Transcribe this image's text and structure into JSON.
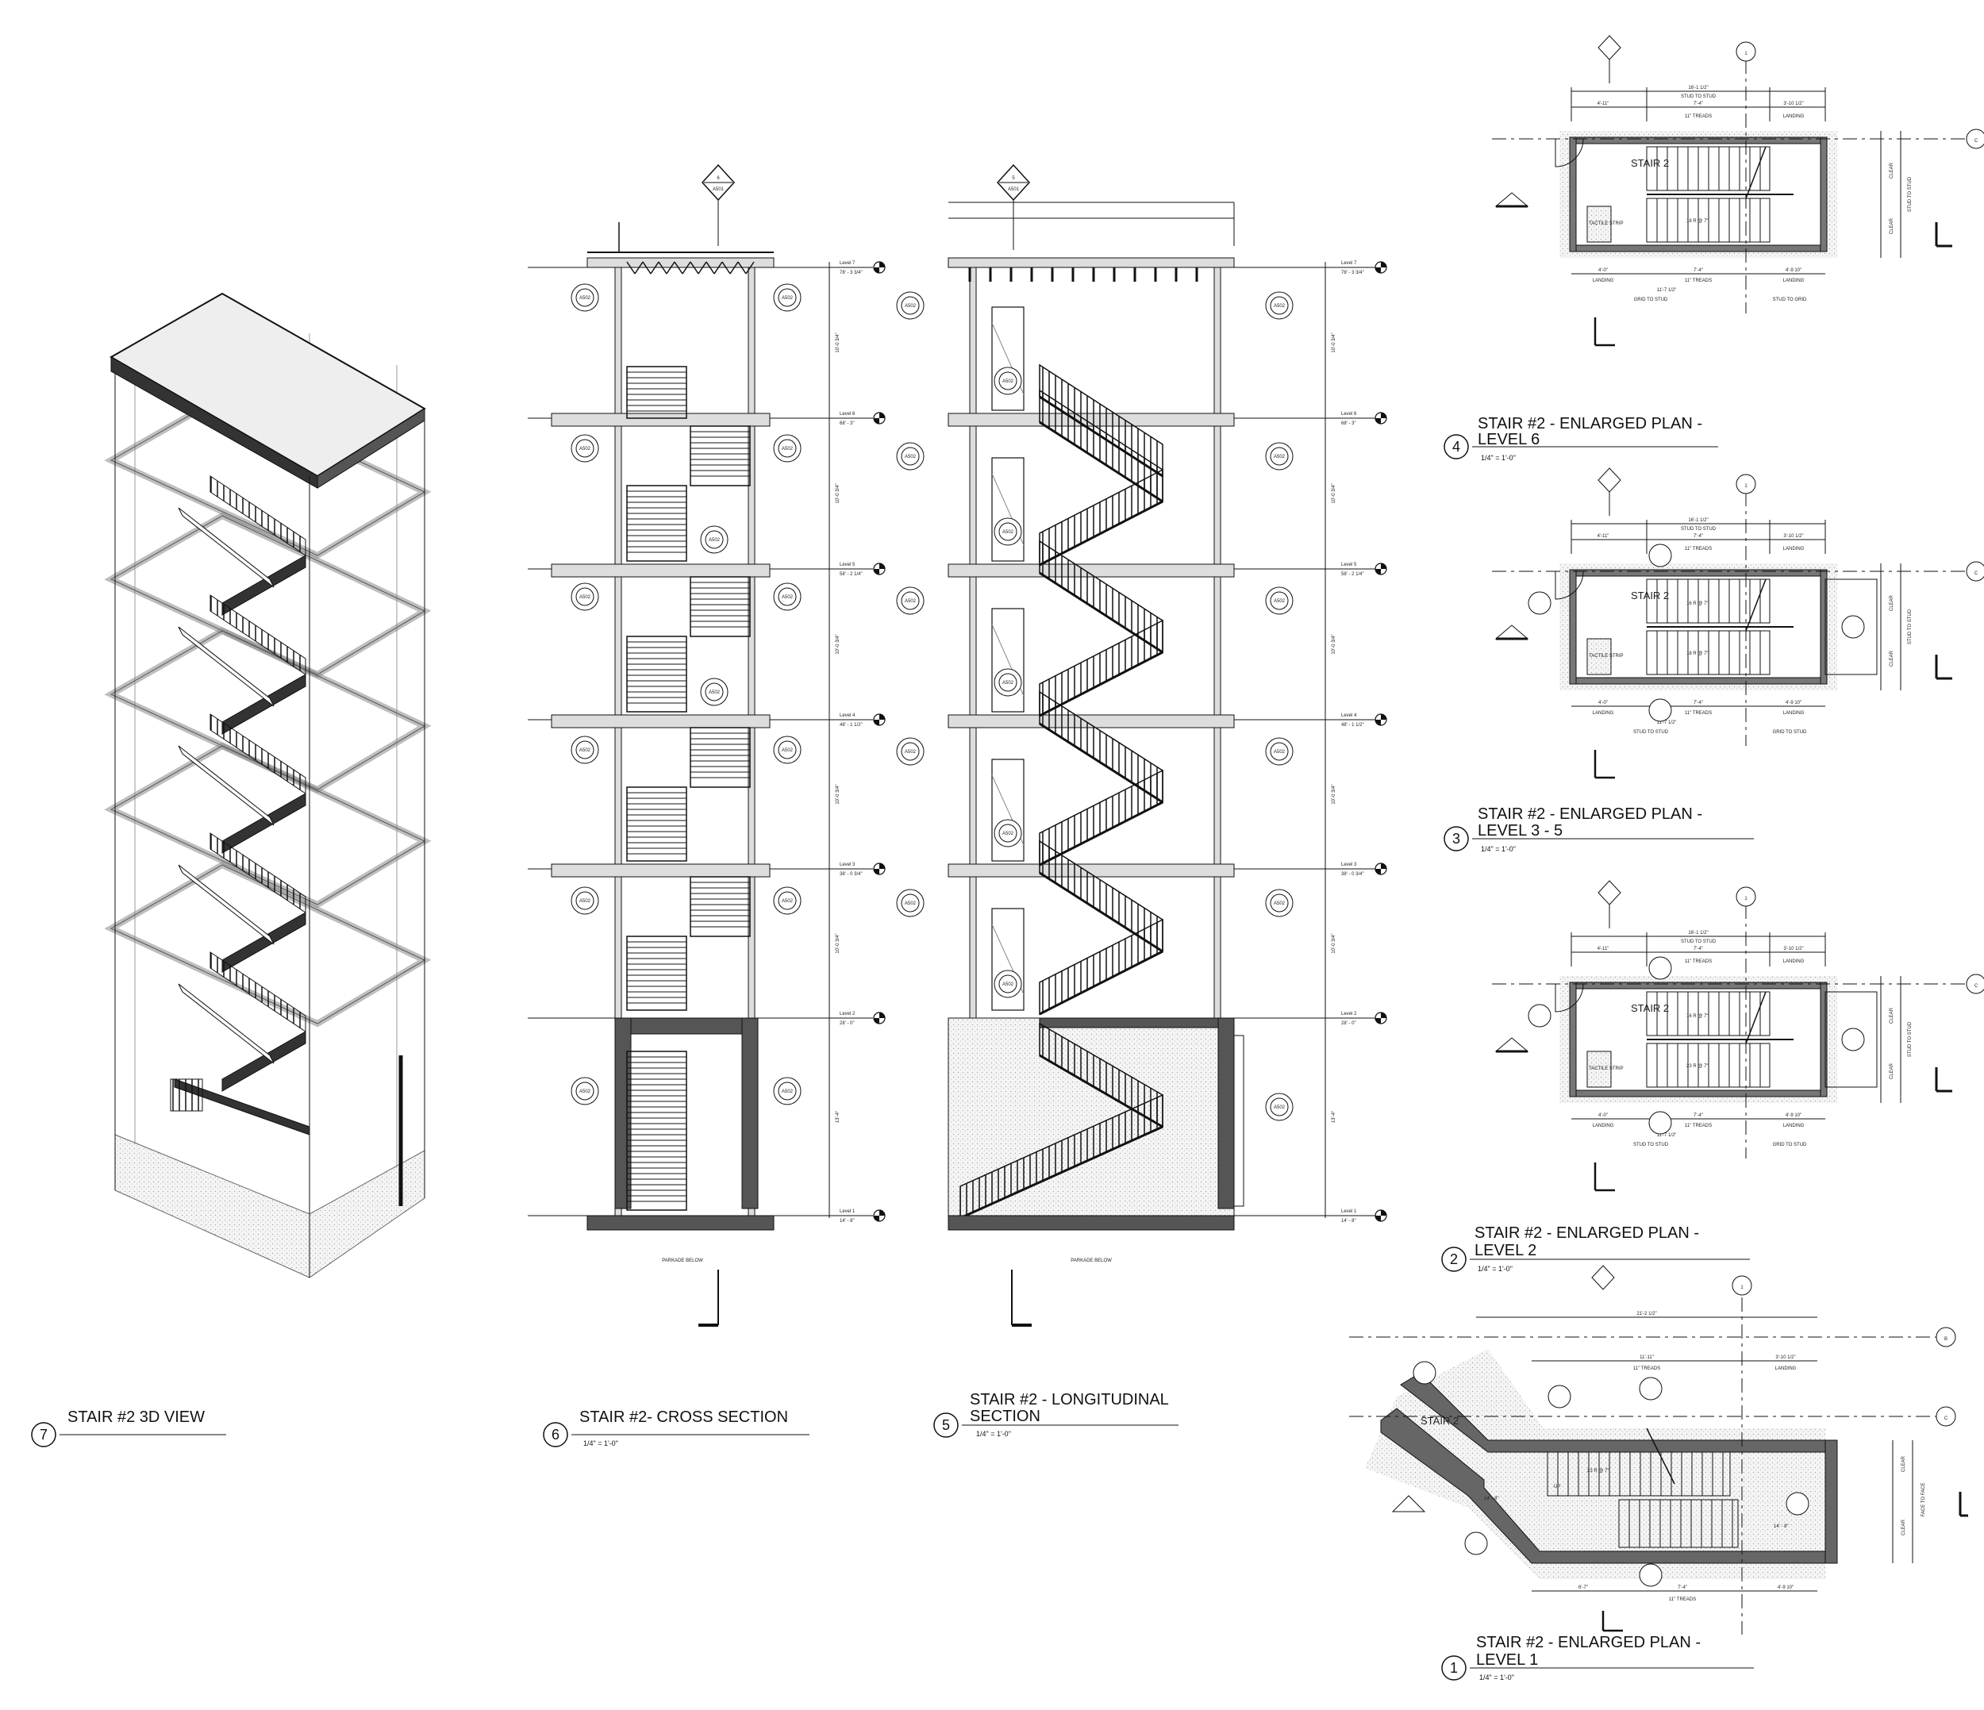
{
  "views": {
    "v7": {
      "number": "7",
      "title": "STAIR #2 3D VIEW"
    },
    "v6": {
      "number": "6",
      "title": "STAIR #2- CROSS SECTION",
      "scale": "1/4\" = 1'-0\"",
      "note": "PARKADE BELOW"
    },
    "v5": {
      "number": "5",
      "title_line1": "STAIR #2 - LONGITUDINAL",
      "title_line2": "SECTION",
      "scale": "1/4\" = 1'-0\"",
      "note": "PARKADE BELOW"
    },
    "v4": {
      "number": "4",
      "title_line1": "STAIR #2 - ENLARGED PLAN -",
      "title_line2": "LEVEL 6",
      "scale": "1/4\" = 1'-0\""
    },
    "v3": {
      "number": "3",
      "title_line1": "STAIR #2 - ENLARGED PLAN -",
      "title_line2": "LEVEL 3 - 5",
      "scale": "1/4\" = 1'-0\""
    },
    "v2": {
      "number": "2",
      "title_line1": "STAIR #2 - ENLARGED PLAN -",
      "title_line2": "LEVEL 2",
      "scale": "1/4\" = 1'-0\""
    },
    "v1": {
      "number": "1",
      "title_line1": "STAIR #2 - ENLARGED PLAN -",
      "title_line2": "LEVEL 1",
      "scale": "1/4\" = 1'-0\""
    }
  },
  "levels": [
    {
      "name": "Level 7",
      "elev": "78' - 3 3/4\""
    },
    {
      "name": "Level 6",
      "elev": "68' - 3\""
    },
    {
      "name": "Level 5",
      "elev": "58' - 2 1/4\""
    },
    {
      "name": "Level 4",
      "elev": "48' - 1 1/2\""
    },
    {
      "name": "Level 3",
      "elev": "38' - 0 3/4\""
    },
    {
      "name": "Level 2",
      "elev": "28' - 0\""
    },
    {
      "name": "Level 1",
      "elev": "14' - 8\""
    }
  ],
  "floor_heights": [
    "10'-0 3/4\"",
    "10'-0 3/4\"",
    "10'-0 3/4\"",
    "10'-0 3/4\"",
    "10'-0 3/4\"",
    "13'-4\""
  ],
  "plan": {
    "overall": "16'-1 1/2\"",
    "stud_to_stud": "STUD TO STUD",
    "dim_a": "4'-11\"",
    "dim_b": "7'-4\"",
    "dim_c": "3'-10 1/2\"",
    "treads": "11\" TREADS",
    "landing": "LANDING",
    "stair_label": "STAIR 2",
    "tactile": "TACTILE STRIP",
    "riser_a": "18 R @ 7\"",
    "riser_b": "16 R @ 7\"",
    "riser_c": "23 R @ 7\"",
    "bottom_a": "4'-0\"",
    "bottom_c": "4'-9 10\"",
    "bottom_total": "11'-7 1/2\"",
    "grid_to_stud": "GRID TO STUD",
    "stud_to_grid": "STUD TO GRID",
    "clear": "CLEAR",
    "grid_1": "1",
    "grid_c": "C",
    "grid_b": "B",
    "l1_overall": "21'-2 1/2\"",
    "l1_dim": "11'-11\"",
    "l1_face": "FACE TO FACE",
    "l1_up": "UP",
    "l1_elev_a": "14' - 8\"",
    "l1_elev_b": "14' - 8\"",
    "l1_bottom": "6'-7\""
  },
  "tags": {
    "section": "A501",
    "detail": "A502"
  }
}
